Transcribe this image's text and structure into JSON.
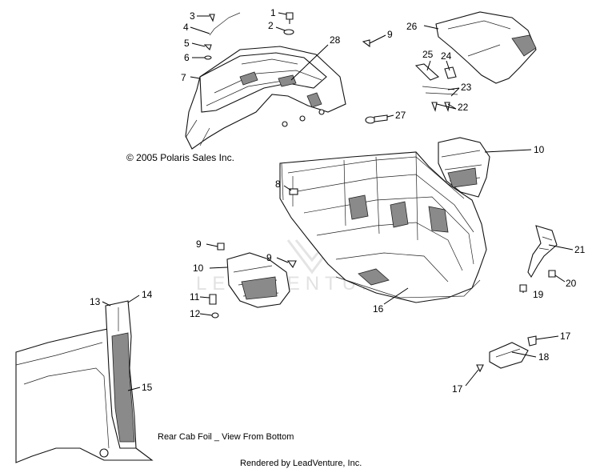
{
  "copyright": "© 2005 Polaris Sales Inc.",
  "foil_caption": "Rear Cab Foil _ View From Bottom",
  "rendered_by": "Rendered by LeadVenture, Inc.",
  "watermark": "LEADVENTURE",
  "callouts": [
    "1",
    "2",
    "3",
    "4",
    "5",
    "6",
    "7",
    "28",
    "9",
    "26",
    "25",
    "24",
    "23",
    "27",
    "22",
    "10",
    "8",
    "9",
    "10",
    "9",
    "11",
    "12",
    "13",
    "14",
    "15",
    "16",
    "21",
    "20",
    "19",
    "17",
    "18",
    "17"
  ]
}
